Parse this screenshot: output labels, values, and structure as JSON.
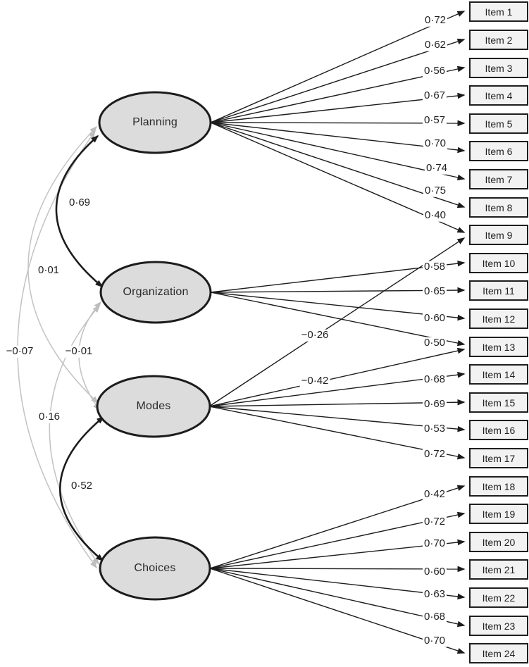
{
  "figure": {
    "type": "confirmatory-factor-analysis-path-diagram",
    "background": "#ffffff"
  },
  "colors": {
    "ellipse_fill": "#dcdcdc",
    "ellipse_stroke": "#1c1c1c",
    "box_fill": "#f2f2f2",
    "arrow_black": "#1c1c1c",
    "arrow_gray": "#c3c3c3"
  },
  "factors": [
    {
      "name": "Planning"
    },
    {
      "name": "Organization"
    },
    {
      "name": "Modes"
    },
    {
      "name": "Choices"
    }
  ],
  "items": [
    {
      "label": "Item 1",
      "loading": "0·72",
      "factor": "Planning"
    },
    {
      "label": "Item 2",
      "loading": "0·62",
      "factor": "Planning"
    },
    {
      "label": "Item 3",
      "loading": "0·56",
      "factor": "Planning"
    },
    {
      "label": "Item 4",
      "loading": "0·67",
      "factor": "Planning"
    },
    {
      "label": "Item 5",
      "loading": "0·57",
      "factor": "Planning"
    },
    {
      "label": "Item 6",
      "loading": "0·70",
      "factor": "Planning"
    },
    {
      "label": "Item 7",
      "loading": "0·74",
      "factor": "Planning"
    },
    {
      "label": "Item 8",
      "loading": "0·75",
      "factor": "Planning"
    },
    {
      "label": "Item 9",
      "loading": "0·40",
      "factor": "Planning"
    },
    {
      "label": "Item 10",
      "loading": "0·58",
      "factor": "Organization"
    },
    {
      "label": "Item 11",
      "loading": "0·65",
      "factor": "Organization"
    },
    {
      "label": "Item 12",
      "loading": "0·60",
      "factor": "Organization"
    },
    {
      "label": "Item 13",
      "loading": "0·50",
      "factor": "Organization"
    },
    {
      "label": "Item 14",
      "loading": "0·68",
      "factor": "Modes"
    },
    {
      "label": "Item 15",
      "loading": "0·69",
      "factor": "Modes"
    },
    {
      "label": "Item 16",
      "loading": "0·53",
      "factor": "Modes"
    },
    {
      "label": "Item 17",
      "loading": "0·72",
      "factor": "Modes"
    },
    {
      "label": "Item 18",
      "loading": "0·42",
      "factor": "Choices"
    },
    {
      "label": "Item 19",
      "loading": "0·72",
      "factor": "Choices"
    },
    {
      "label": "Item 20",
      "loading": "0·70",
      "factor": "Choices"
    },
    {
      "label": "Item 21",
      "loading": "0·60",
      "factor": "Choices"
    },
    {
      "label": "Item 22",
      "loading": "0·63",
      "factor": "Choices"
    },
    {
      "label": "Item 23",
      "loading": "0·68",
      "factor": "Choices"
    },
    {
      "label": "Item 24",
      "loading": "0·70",
      "factor": "Choices"
    }
  ],
  "cross_loadings": [
    {
      "value": "−0·26",
      "factor": "Modes",
      "item": "Item 9"
    },
    {
      "value": "−0·42",
      "factor": "Modes",
      "item": "Item 13"
    }
  ],
  "correlations": [
    {
      "value": "0·69",
      "between": "Planning–Organization"
    },
    {
      "value": "0·01",
      "between": "Planning–Modes"
    },
    {
      "value": "−0·07",
      "between": "Planning–Choices"
    },
    {
      "value": "−0·01",
      "between": "Organization–Modes"
    },
    {
      "value": "0·16",
      "between": "Organization–Choices"
    },
    {
      "value": "0·52",
      "between": "Modes–Choices"
    }
  ]
}
